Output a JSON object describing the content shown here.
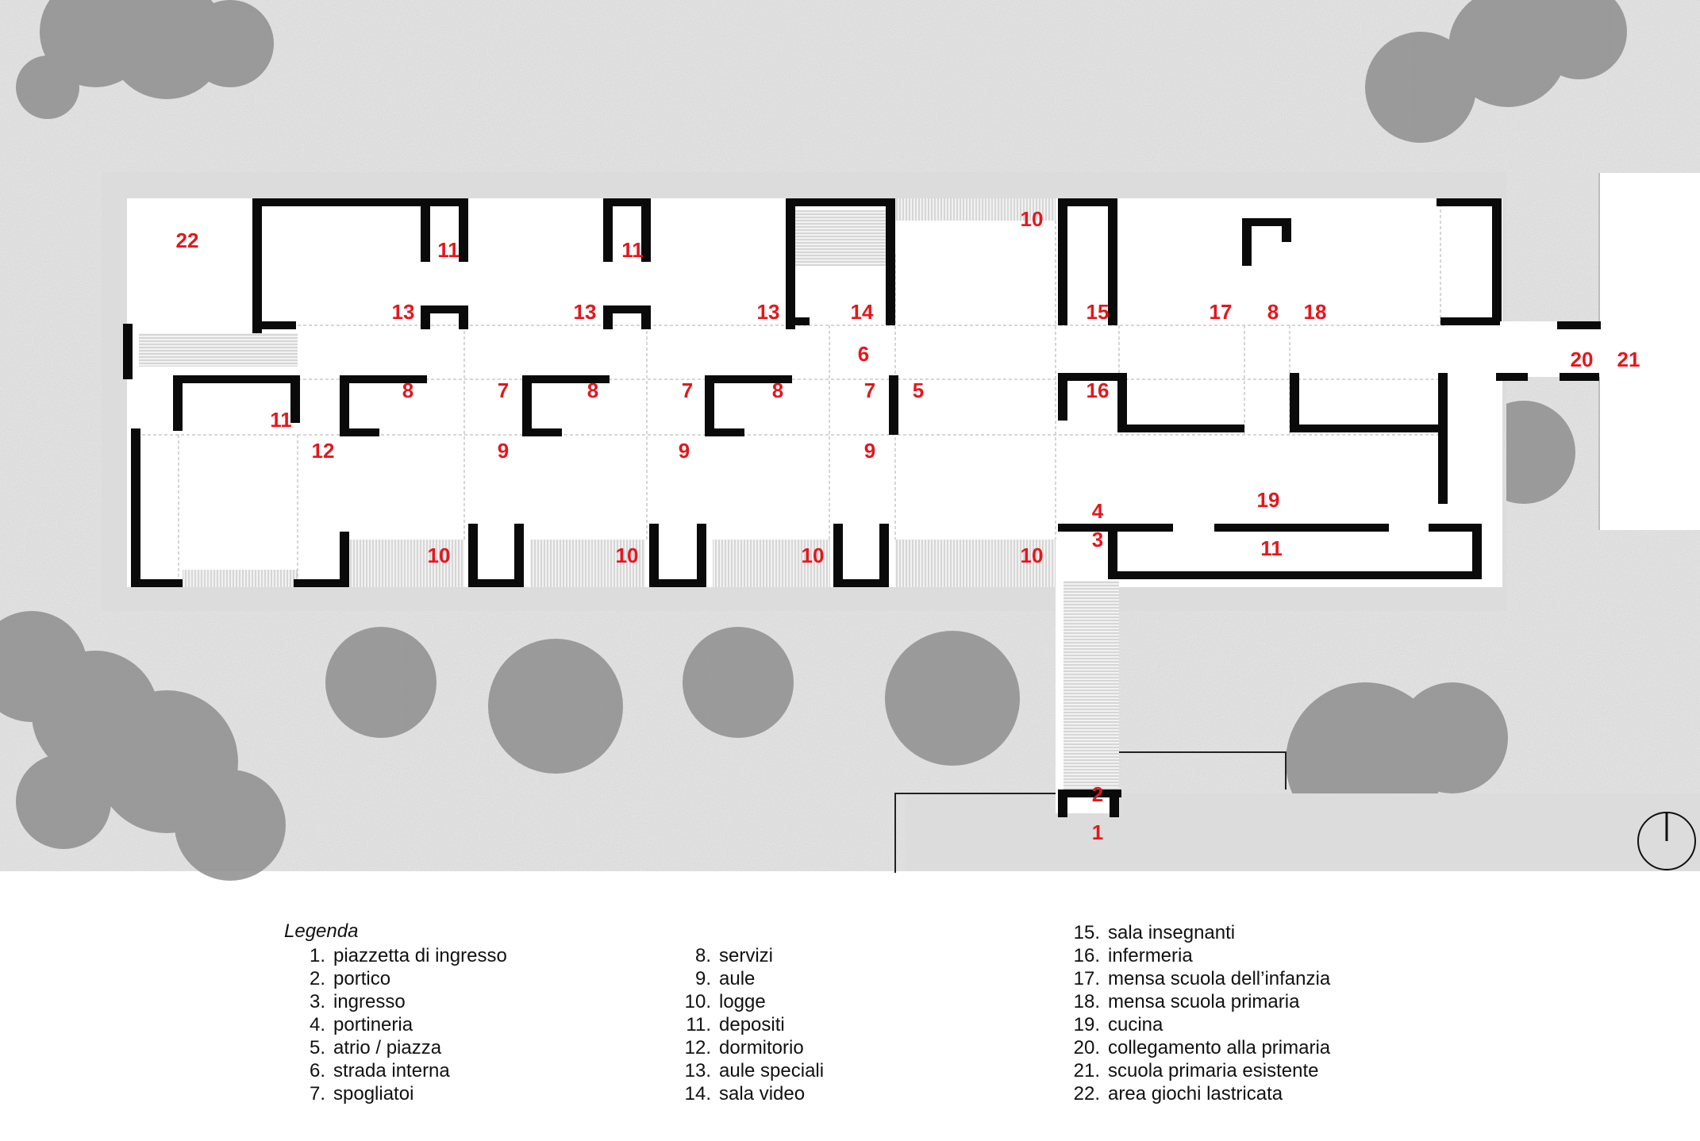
{
  "colors": {
    "label": "#e3171d",
    "wall": "#0a0a0a",
    "ground": "#e4e4e4",
    "paving": "#dadada",
    "floor": "#ffffff",
    "tree": "#8c8c8c"
  },
  "plan": {
    "labels": [
      {
        "id": "22",
        "text": "22"
      },
      {
        "id": "11a",
        "text": "11"
      },
      {
        "id": "11b",
        "text": "11"
      },
      {
        "id": "10a",
        "text": "10"
      },
      {
        "id": "13a",
        "text": "13"
      },
      {
        "id": "13b",
        "text": "13"
      },
      {
        "id": "13c",
        "text": "13"
      },
      {
        "id": "14",
        "text": "14"
      },
      {
        "id": "15",
        "text": "15"
      },
      {
        "id": "17",
        "text": "17"
      },
      {
        "id": "8d",
        "text": "8"
      },
      {
        "id": "18",
        "text": "18"
      },
      {
        "id": "6",
        "text": "6"
      },
      {
        "id": "20",
        "text": "20"
      },
      {
        "id": "21",
        "text": "21"
      },
      {
        "id": "11c",
        "text": "11"
      },
      {
        "id": "8a",
        "text": "8"
      },
      {
        "id": "7a",
        "text": "7"
      },
      {
        "id": "8b",
        "text": "8"
      },
      {
        "id": "7b",
        "text": "7"
      },
      {
        "id": "8c",
        "text": "8"
      },
      {
        "id": "7c",
        "text": "7"
      },
      {
        "id": "5",
        "text": "5"
      },
      {
        "id": "16",
        "text": "16"
      },
      {
        "id": "12",
        "text": "12"
      },
      {
        "id": "9a",
        "text": "9"
      },
      {
        "id": "9b",
        "text": "9"
      },
      {
        "id": "9c",
        "text": "9"
      },
      {
        "id": "19",
        "text": "19"
      },
      {
        "id": "4",
        "text": "4"
      },
      {
        "id": "3",
        "text": "3"
      },
      {
        "id": "11d",
        "text": "11"
      },
      {
        "id": "10b",
        "text": "10"
      },
      {
        "id": "10c",
        "text": "10"
      },
      {
        "id": "10d",
        "text": "10"
      },
      {
        "id": "10e",
        "text": "10"
      },
      {
        "id": "2",
        "text": "2"
      },
      {
        "id": "1",
        "text": "1"
      }
    ]
  },
  "legend": {
    "title": "Legenda",
    "col1": [
      {
        "num": "1.",
        "text": "piazzetta di ingresso"
      },
      {
        "num": "2.",
        "text": "portico"
      },
      {
        "num": "3.",
        "text": "ingresso"
      },
      {
        "num": "4.",
        "text": "portineria"
      },
      {
        "num": "5.",
        "text": "atrio / piazza"
      },
      {
        "num": "6.",
        "text": "strada interna"
      },
      {
        "num": "7.",
        "text": "spogliatoi"
      }
    ],
    "col2": [
      {
        "num": "8.",
        "text": "servizi"
      },
      {
        "num": "9.",
        "text": "aule"
      },
      {
        "num": "10.",
        "text": "logge"
      },
      {
        "num": "11.",
        "text": "depositi"
      },
      {
        "num": "12.",
        "text": "dormitorio"
      },
      {
        "num": "13.",
        "text": "aule speciali"
      },
      {
        "num": "14.",
        "text": "sala video"
      }
    ],
    "col3": [
      {
        "num": "15.",
        "text": "sala insegnanti"
      },
      {
        "num": "16.",
        "text": "infermeria"
      },
      {
        "num": "17.",
        "text": "mensa scuola dell’infanzia"
      },
      {
        "num": "18.",
        "text": "mensa scuola primaria"
      },
      {
        "num": "19.",
        "text": "cucina"
      },
      {
        "num": "20.",
        "text": "collegamento alla primaria"
      },
      {
        "num": "21.",
        "text": "scuola primaria esistente"
      },
      {
        "num": "22.",
        "text": "area giochi lastricata"
      }
    ]
  }
}
